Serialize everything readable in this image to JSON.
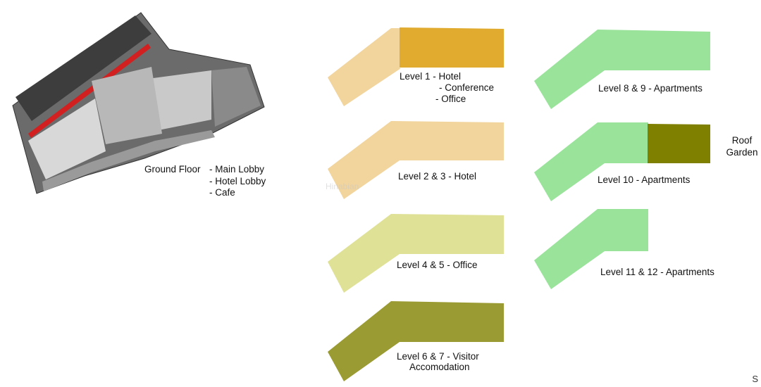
{
  "colors": {
    "hotel_light": "#f2d49d",
    "hotel_dark": "#e0ab2e",
    "office": "#dfe196",
    "visitor": "#9b9b33",
    "apartments": "#99e39b",
    "roof_garden": "#808000",
    "plan_dark": "#6b6b6b",
    "plan_floor": "#c9c9c9",
    "plan_red": "#d22020"
  },
  "ground_floor": {
    "title": "Ground Floor",
    "items": [
      "- Main Lobby",
      "- Hotel Lobby",
      "- Cafe"
    ]
  },
  "levels": [
    {
      "id": "level-1",
      "lines": [
        "Level 1  - Hotel",
        "- Conference",
        "- Office"
      ]
    },
    {
      "id": "level-2-3",
      "lines": [
        "Level 2 & 3 - Hotel"
      ]
    },
    {
      "id": "level-4-5",
      "lines": [
        "Level 4 & 5 - Office"
      ]
    },
    {
      "id": "level-6-7",
      "lines": [
        "Level 6 & 7 - Visitor",
        "Accomodation"
      ]
    },
    {
      "id": "level-8-9",
      "lines": [
        "Level 8 & 9 - Apartments"
      ]
    },
    {
      "id": "level-10",
      "lines": [
        "Level 10 - Apartments"
      ]
    },
    {
      "id": "level-11-12",
      "lines": [
        "Level 11 & 12 - Apartments"
      ]
    }
  ],
  "roof_garden": {
    "lines": [
      "Roof",
      "Garden"
    ]
  },
  "watermark": "Hinabian",
  "corner_mark": "S"
}
